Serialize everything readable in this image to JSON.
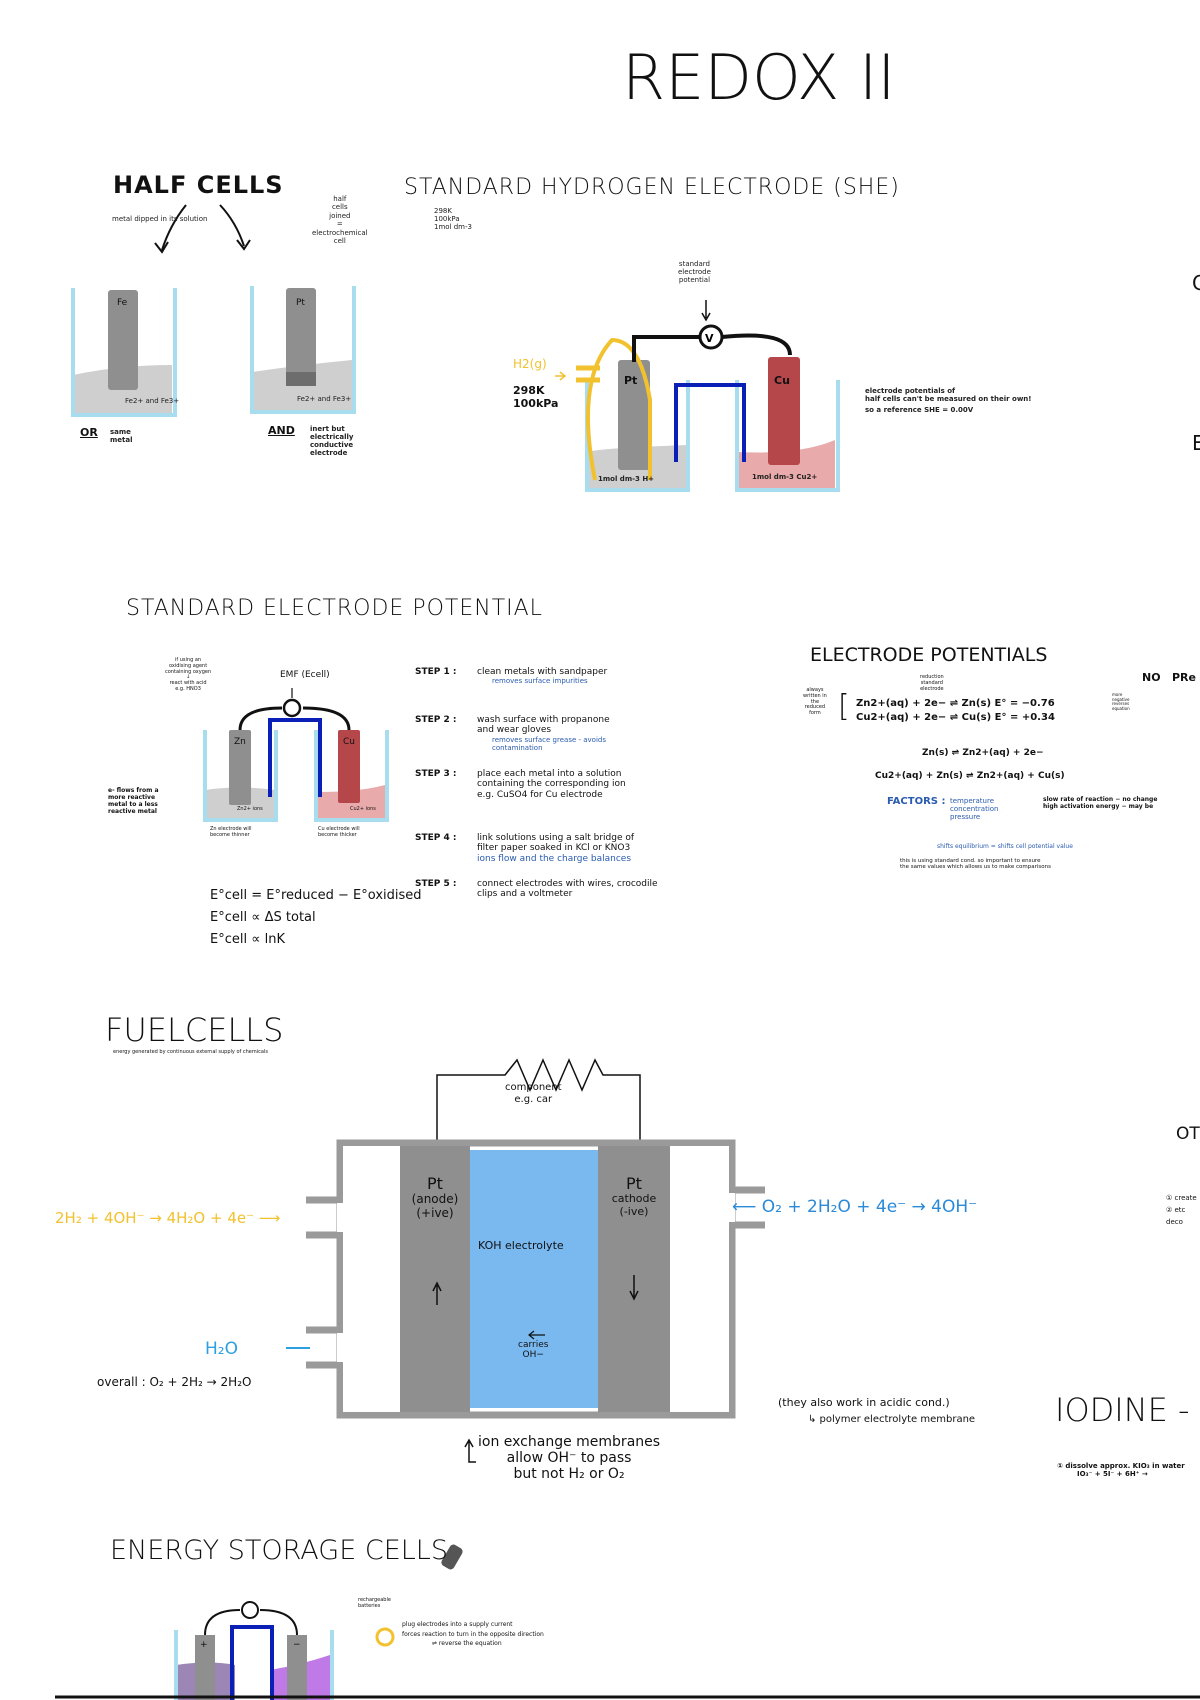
{
  "title": "REDOX II",
  "half_cells": {
    "heading": "HALF CELLS",
    "arrow_note": "metal dipped in its solution",
    "side_note": [
      "half",
      "cells",
      "joined",
      "=",
      "electrochemical",
      "cell"
    ],
    "left": {
      "electrode": "Fe",
      "solution": "Fe2+ and Fe3+",
      "connector": "OR",
      "note": [
        "same",
        "metal"
      ]
    },
    "right": {
      "electrode": "Pt",
      "solution": "Fe2+ and Fe3+",
      "connector": "AND",
      "note": [
        "inert but",
        "electrically",
        "conductive",
        "electrode"
      ]
    }
  },
  "she": {
    "heading": "STANDARD HYDROGEN ELECTRODE (SHE)",
    "conditions": [
      "298K",
      "100kPa",
      "1mol dm-3"
    ],
    "voltmeter_label": [
      "standard",
      "electrode",
      "potential"
    ],
    "gas_label": "H2(g)",
    "gas_conditions": [
      "298K",
      "100kPa"
    ],
    "left_electrode": "Pt",
    "right_electrode": "Cu",
    "left_solution": "1mol dm-3 H+",
    "right_solution": "1mol dm-3 Cu2+",
    "notes": [
      "electrode potentials of",
      "half cells can't be measured on their own!",
      "so a reference SHE = 0.00V"
    ]
  },
  "sep": {
    "heading": "STANDARD ELECTRODE POTENTIAL",
    "emf_label": "EMF (Ecell)",
    "top_note": [
      "if using an",
      "oxidising agent",
      "containing oxygen",
      "↓",
      "react with acid",
      "e.g. HNO3"
    ],
    "left_electrode": "Zn",
    "right_electrode": "Cu",
    "left_ion": "Zn2+ ions",
    "right_ion": "Cu2+ ions",
    "left_under": [
      "Zn electrode will",
      "become thinner"
    ],
    "right_under": [
      "Cu electrode will",
      "become thicker"
    ],
    "electron_note": [
      "e- flows from a",
      "more reactive",
      "metal to a less",
      "reactive metal"
    ],
    "equations": [
      "E°cell = E°reduced − E°oxidised",
      "E°cell ∝ ΔS total",
      "E°cell ∝ lnK"
    ],
    "steps": [
      {
        "label": "STEP 1 :",
        "lines": [
          "clean metals with sandpaper"
        ],
        "note": [
          "removes surface impurities"
        ]
      },
      {
        "label": "STEP 2 :",
        "lines": [
          "wash surface with propanone",
          "and wear gloves"
        ],
        "note": [
          "removes surface grease - avoids",
          "contamination"
        ]
      },
      {
        "label": "STEP 3 :",
        "lines": [
          "place each metal into a solution",
          "containing the corresponding ion",
          "e.g. CuSO4 for Cu electrode"
        ],
        "note": []
      },
      {
        "label": "STEP 4 :",
        "lines": [
          "link solutions using a salt bridge of",
          "filter paper soaked in KCl or KNO3"
        ],
        "note": [
          "ions flow and the charge balances"
        ]
      },
      {
        "label": "STEP 5 :",
        "lines": [
          "connect electrodes with wires, crocodile",
          "clips and a voltmeter"
        ],
        "note": []
      }
    ]
  },
  "potentials": {
    "heading": "ELECTRODE POTENTIALS",
    "bracket_note": [
      "always",
      "written in",
      "the",
      "reduced",
      "form"
    ],
    "top_note": [
      "reduction",
      "standard",
      "electrode"
    ],
    "reactions": [
      "Zn2+(aq) + 2e− ⇌ Zn(s)   E° = −0.76",
      "Cu2+(aq) + 2e− ⇌ Cu(s)   E° = +0.34"
    ],
    "side_note": [
      "more",
      "negative",
      "reverses",
      "equation"
    ],
    "reversed": "Zn(s) ⇌ Zn2+(aq) + 2e−",
    "overall": "Cu2+(aq) + Zn(s) ⇌ Zn2+(aq) + Cu(s)",
    "factors_label": "FACTORS :",
    "factors": [
      "temperature",
      "concentration",
      "pressure"
    ],
    "rate_notes": [
      "slow rate of reaction − no change",
      "high activation energy − may be"
    ],
    "shift_note": "shifts equilibrium = shifts cell potential value",
    "standard_note": [
      "this is using standard cond. so important to ensure",
      "the same values which allows us to make comparisons"
    ],
    "edge_labels": [
      "NO",
      "PRe"
    ]
  },
  "fuel_cells": {
    "heading": "FUELCELLS",
    "subtitle": "energy generated by continuous external supply of chemicals",
    "component": [
      "component",
      "e.g. car"
    ],
    "anode": [
      "Pt",
      "(anode)",
      "(+ive)"
    ],
    "cathode": [
      "Pt",
      "cathode",
      "(-ive)"
    ],
    "electrolyte": "KOH electrolyte",
    "carries": [
      "carries",
      "OH−"
    ],
    "anode_reaction": "2H₂ + 4OH⁻ → 4H₂O + 4e⁻",
    "cathode_reaction": "O₂ + 2H₂O + 4e⁻ → 4OH⁻",
    "water_out": "H₂O",
    "overall": "overall : O₂ + 2H₂ → 2H₂O",
    "membrane_note": [
      "ion exchange membranes",
      "allow OH⁻ to pass",
      "but not H₂ or O₂"
    ],
    "acidic_note": [
      "(they also work in acidic cond.)",
      "↳ polymer electrolyte membrane"
    ]
  },
  "energy_storage": {
    "heading": "ENERGY STORAGE CELLS",
    "note_title": [
      "rechargeable",
      "batteries"
    ],
    "notes": [
      "plug electrodes into a supply current",
      "forces reaction to turn in the opposite direction",
      "⇌ reverse the equation"
    ],
    "plus": "+",
    "minus": "−"
  },
  "right_edge": {
    "labels": [
      "C",
      "E",
      "OT",
      "IODINE - S"
    ],
    "notes": [
      "① create",
      "② etc",
      "deco",
      "① dissolve approx. KIO₃ in water",
      "IO₃⁻ + 5I⁻ + 6H⁺ →"
    ]
  },
  "colors": {
    "solution_blue": "#a8dcef",
    "electrolyte": "#7ab8f0",
    "copper": "#b5474b",
    "gold": "#f2c12e",
    "salt_bridge": "#0a1fb5",
    "electrode_grey": "#8f8f8f"
  }
}
